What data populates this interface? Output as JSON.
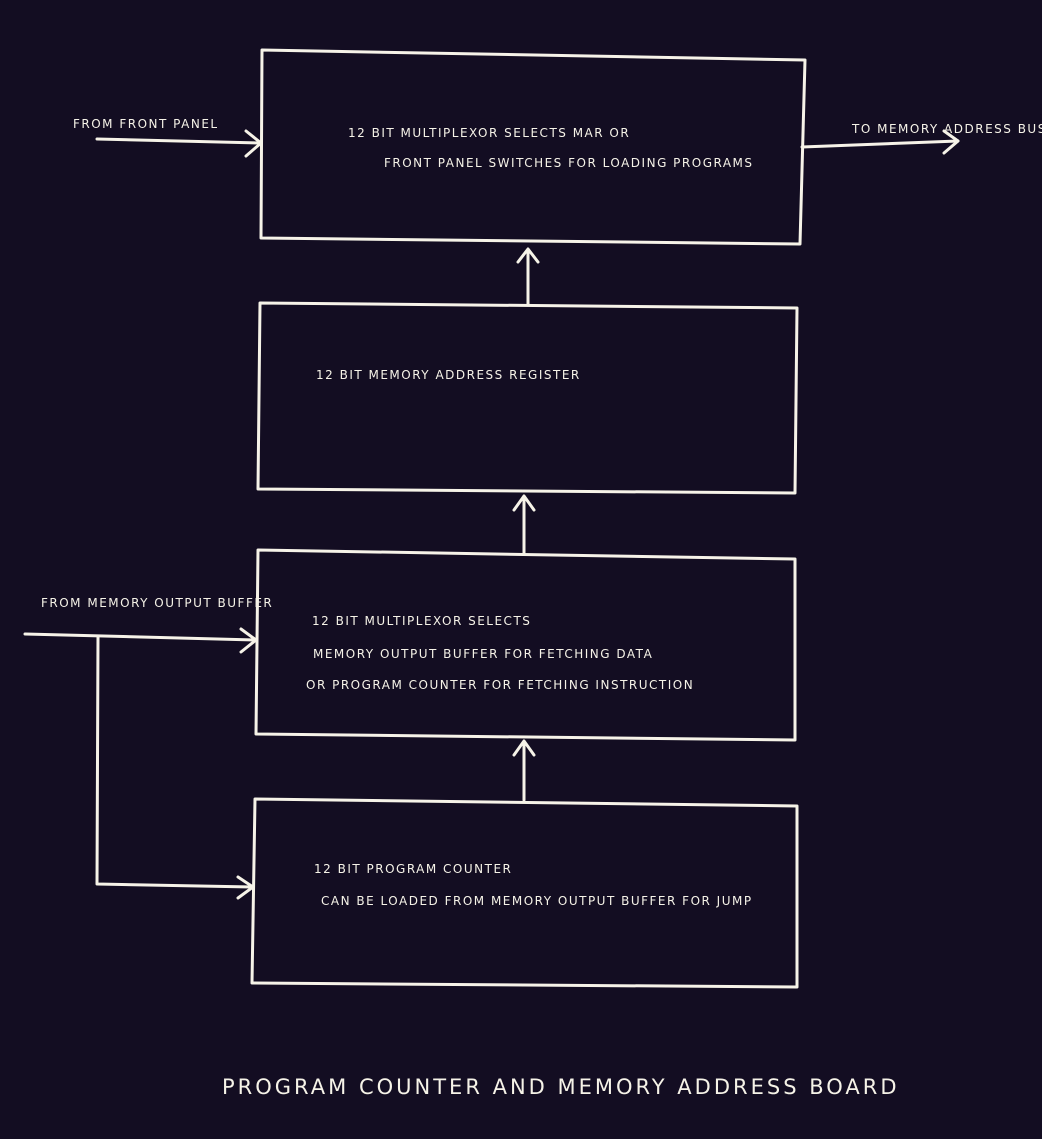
{
  "diagram": {
    "title": "PROGRAM COUNTER AND MEMORY ADDRESS BOARD",
    "inputs": {
      "front_panel": "FROM FRONT PANEL",
      "memory_output_buffer": "FROM MEMORY OUTPUT BUFFER"
    },
    "outputs": {
      "memory_address_bus": "TO MEMORY ADDRESS BUS"
    },
    "blocks": [
      {
        "lines": [
          "12  BIT MULTIPLEXOR    SELECTS  MAR  OR",
          "FRONT PANEL  SWITCHES  FOR LOADING  PROGRAMS"
        ]
      },
      {
        "lines": [
          "12  BIT   MEMORY  ADDRESS  REGISTER"
        ]
      },
      {
        "lines": [
          "12  BIT  MULTIPLEXOR   SELECTS",
          "MEMORY  OUTPUT   BUFFER    FOR   FETCHING  DATA",
          "OR   PROGRAM  COUNTER   FOR  FETCHING  INSTRUCTION"
        ]
      },
      {
        "lines": [
          "12  BIT  PROGRAM  COUNTER",
          "CAN  BE  LOADED  FROM  MEMORY  OUTPUT  BUFFER  FOR  JUMP"
        ]
      }
    ],
    "colors": {
      "background": "#130d22",
      "ink": "#f6f3e8"
    }
  }
}
